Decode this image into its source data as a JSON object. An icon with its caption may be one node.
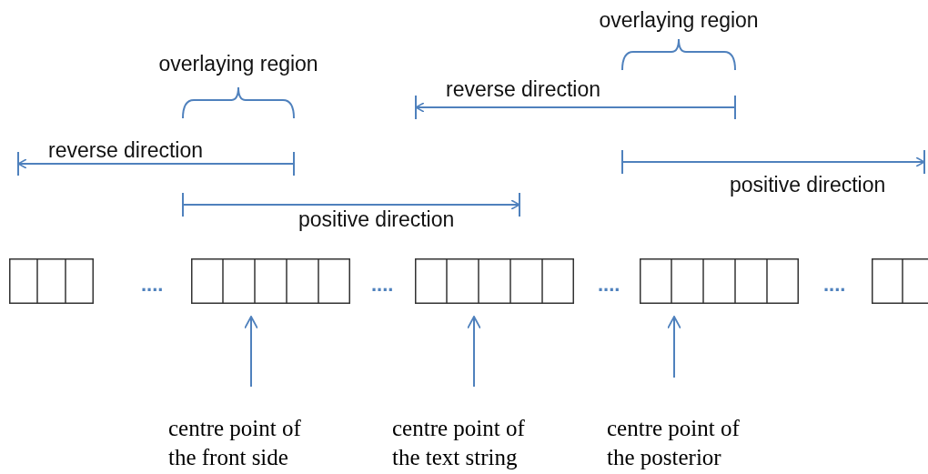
{
  "diagram": {
    "nodes": [
      {
        "text": [],
        "shape": "box"
      },
      {
        "text": [],
        "shape": "box"
      },
      {
        "text": [],
        "shape": "box"
      },
      {
        "text": [],
        "shape": "box"
      },
      {
        "text": [],
        "shape": "box"
      },
      {
        "text": [
          "centre point of the front side"
        ]
      },
      {
        "text": [
          "centre point of the text string"
        ]
      },
      {
        "text": [
          "centre point of the posterior"
        ]
      }
    ],
    "edges": [
      {
        "from": 5,
        "to": 1,
        "arrow": "to"
      },
      {
        "from": 6,
        "to": 2,
        "arrow": "to"
      },
      {
        "from": 7,
        "to": 3,
        "arrow": "to"
      }
    ],
    "labels": [
      "overlaying region",
      "overlaying region",
      "reverse direction",
      "reverse direction",
      "positive direction",
      "positive direction",
      "....",
      "....",
      "....",
      "...."
    ]
  }
}
